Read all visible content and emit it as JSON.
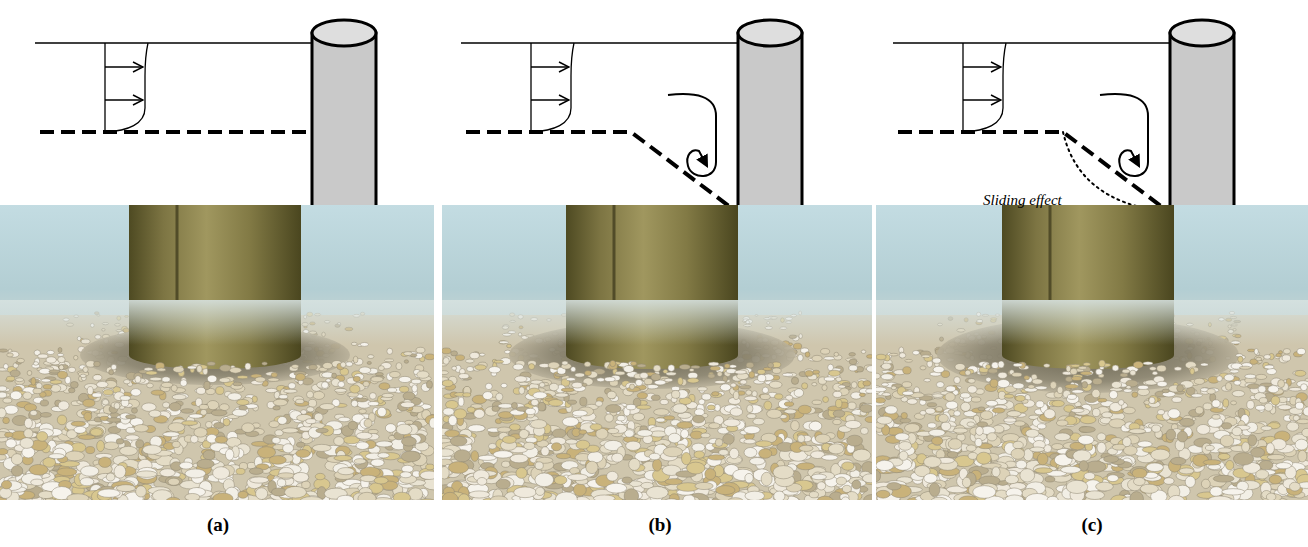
{
  "diagram": {
    "labels": [
      "Sliding effect",
      "(a)",
      "(b)",
      "(c)"
    ]
  }
}
